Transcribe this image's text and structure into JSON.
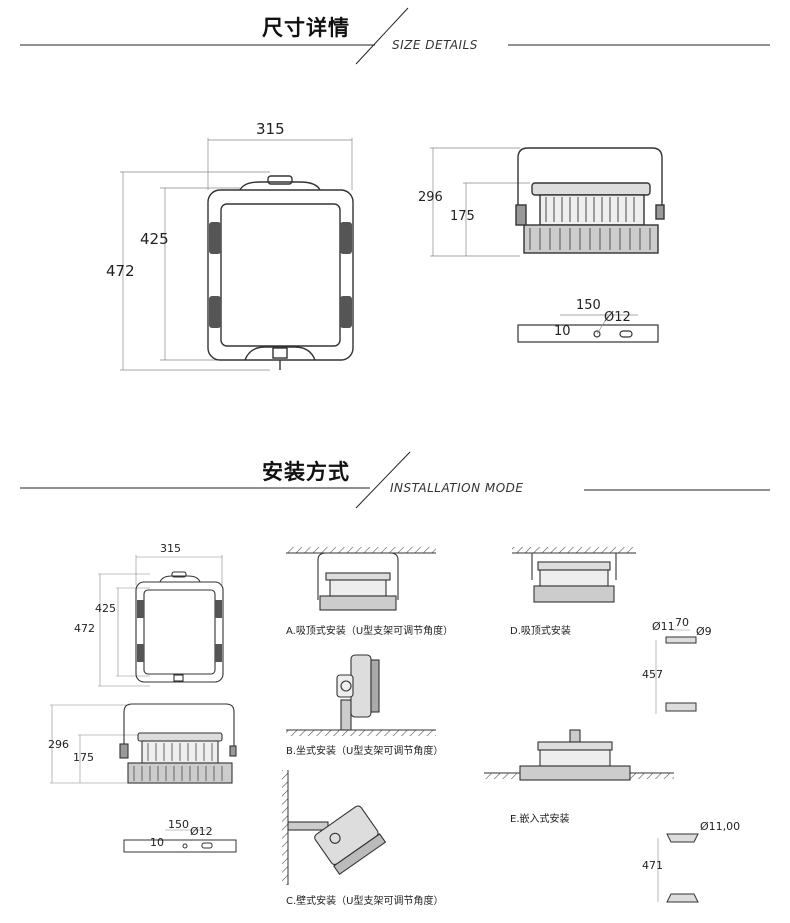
{
  "sections": {
    "size": {
      "title": "尺寸详情",
      "subtitle": "SIZE DETAILS"
    },
    "install": {
      "title": "安装方式",
      "subtitle": "INSTALLATION MODE"
    }
  },
  "size_dims": {
    "width": "315",
    "inner_height": "425",
    "outer_height": "472",
    "side_height": "296",
    "side_inner": "175",
    "bracket_len": "150",
    "bracket_hole": "Ø12",
    "bracket_thick": "10"
  },
  "install_dims": {
    "width": "315",
    "inner_height": "425",
    "outer_height": "472",
    "side_height": "296",
    "side_inner": "175",
    "bracket_len": "150",
    "bracket_hole": "Ø12",
    "bracket_thick": "10",
    "d_hole_a": "Ø11",
    "d_len": "70",
    "d_hole_b": "Ø9",
    "d_height": "457",
    "e_hole": "Ø11,00",
    "e_height": "471"
  },
  "captions": {
    "a": "A.吸顶式安装（U型支架可调节角度）",
    "b": "B.坐式安装（U型支架可调节角度）",
    "c": "C.壁式安装（U型支架可调节角度）",
    "d": "D.吸顶式安装",
    "e": "E.嵌入式安装"
  }
}
